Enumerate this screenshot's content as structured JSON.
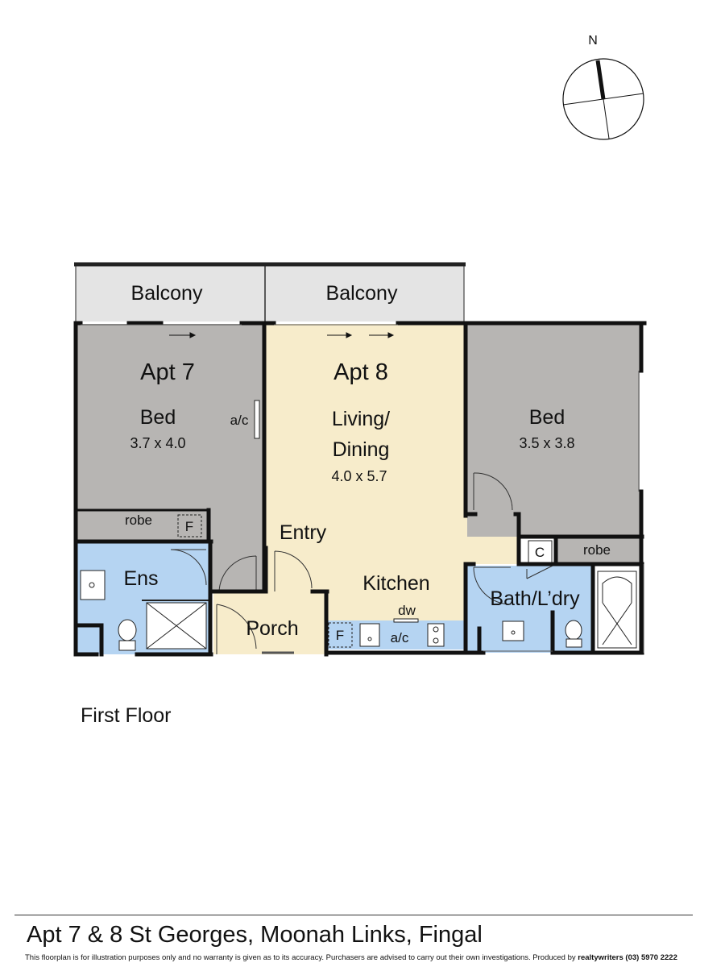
{
  "compass": {
    "north_label": "N"
  },
  "rooms": {
    "balcony_left": "Balcony",
    "balcony_right": "Balcony",
    "apt7_title": "Apt 7",
    "apt7_bed_name": "Bed",
    "apt7_bed_dims": "3.7 x 4.0",
    "apt7_ac": "a/c",
    "apt7_robe": "robe",
    "apt7_robe_fridge": "F",
    "ensuite": "Ens",
    "apt8_title": "Apt 8",
    "living_line1": "Living/",
    "living_line2": "Dining",
    "living_dims": "4.0 x 5.7",
    "entry": "Entry",
    "kitchen": "Kitchen",
    "dishwasher": "dw",
    "kitchen_fridge": "F",
    "kitchen_ac": "a/c",
    "porch": "Porch",
    "apt8_bed_name": "Bed",
    "apt8_bed_dims": "3.5 x 3.8",
    "cupboard": "C",
    "apt8_robe": "robe",
    "bath_laundry": "Bath/L’dry"
  },
  "floor_label": "First Floor",
  "footer": {
    "address": "Apt 7 & 8 St Georges, Moonah Links, Fingal",
    "disclaimer": "This floorplan is for illustration purposes only and no warranty is given as to its accuracy. Purchasers are advised to carry out their own investigations. Produced by ",
    "producer": "realtywriters (03) 5970 2222"
  },
  "colors": {
    "living_fill": "#f7eccb",
    "bedroom_fill": "#b7b5b3",
    "wet_area_fill": "#b5d4f2",
    "balcony_fill": "#e4e4e4",
    "wall": "#111111"
  }
}
